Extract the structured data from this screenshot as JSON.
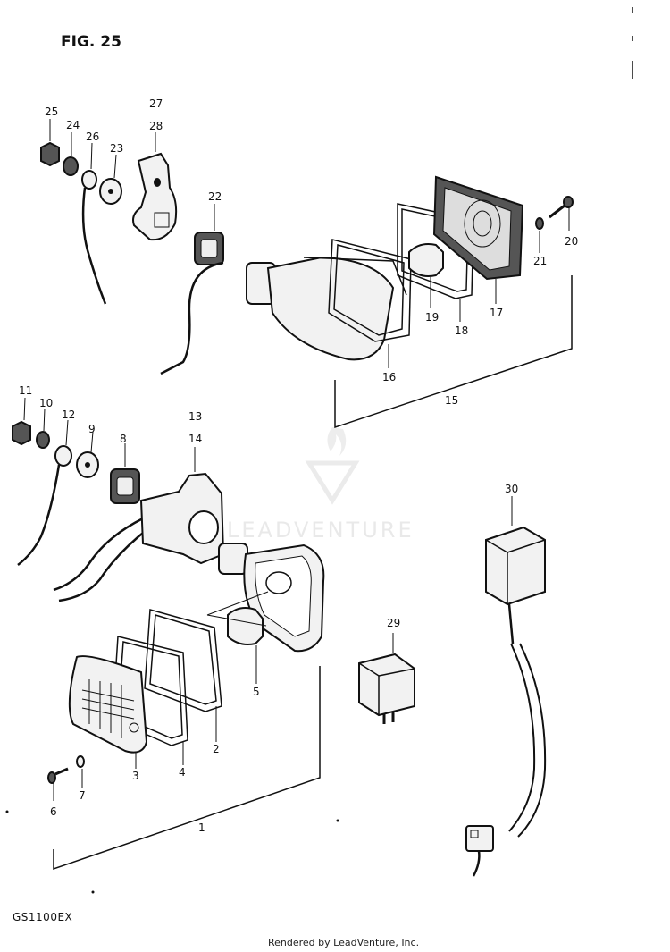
{
  "figure_label": "FIG. 25",
  "model_code": "GS1100EX",
  "footer_text": "Rendered by LeadVenture, Inc.",
  "watermark_text": "LEADVENTURE",
  "callouts": {
    "c1": "1",
    "c2": "2",
    "c3": "3",
    "c4": "4",
    "c5": "5",
    "c6": "6",
    "c7": "7",
    "c8": "8",
    "c9": "9",
    "c10": "10",
    "c11": "11",
    "c12": "12",
    "c13": "13",
    "c14": "14",
    "c15": "15",
    "c16": "16",
    "c17": "17",
    "c18": "18",
    "c19": "19",
    "c20": "20",
    "c21": "21",
    "c22": "22",
    "c23": "23",
    "c24": "24",
    "c25": "25",
    "c26": "26",
    "c27": "27",
    "c28": "28",
    "c29": "29",
    "c30": "30"
  }
}
